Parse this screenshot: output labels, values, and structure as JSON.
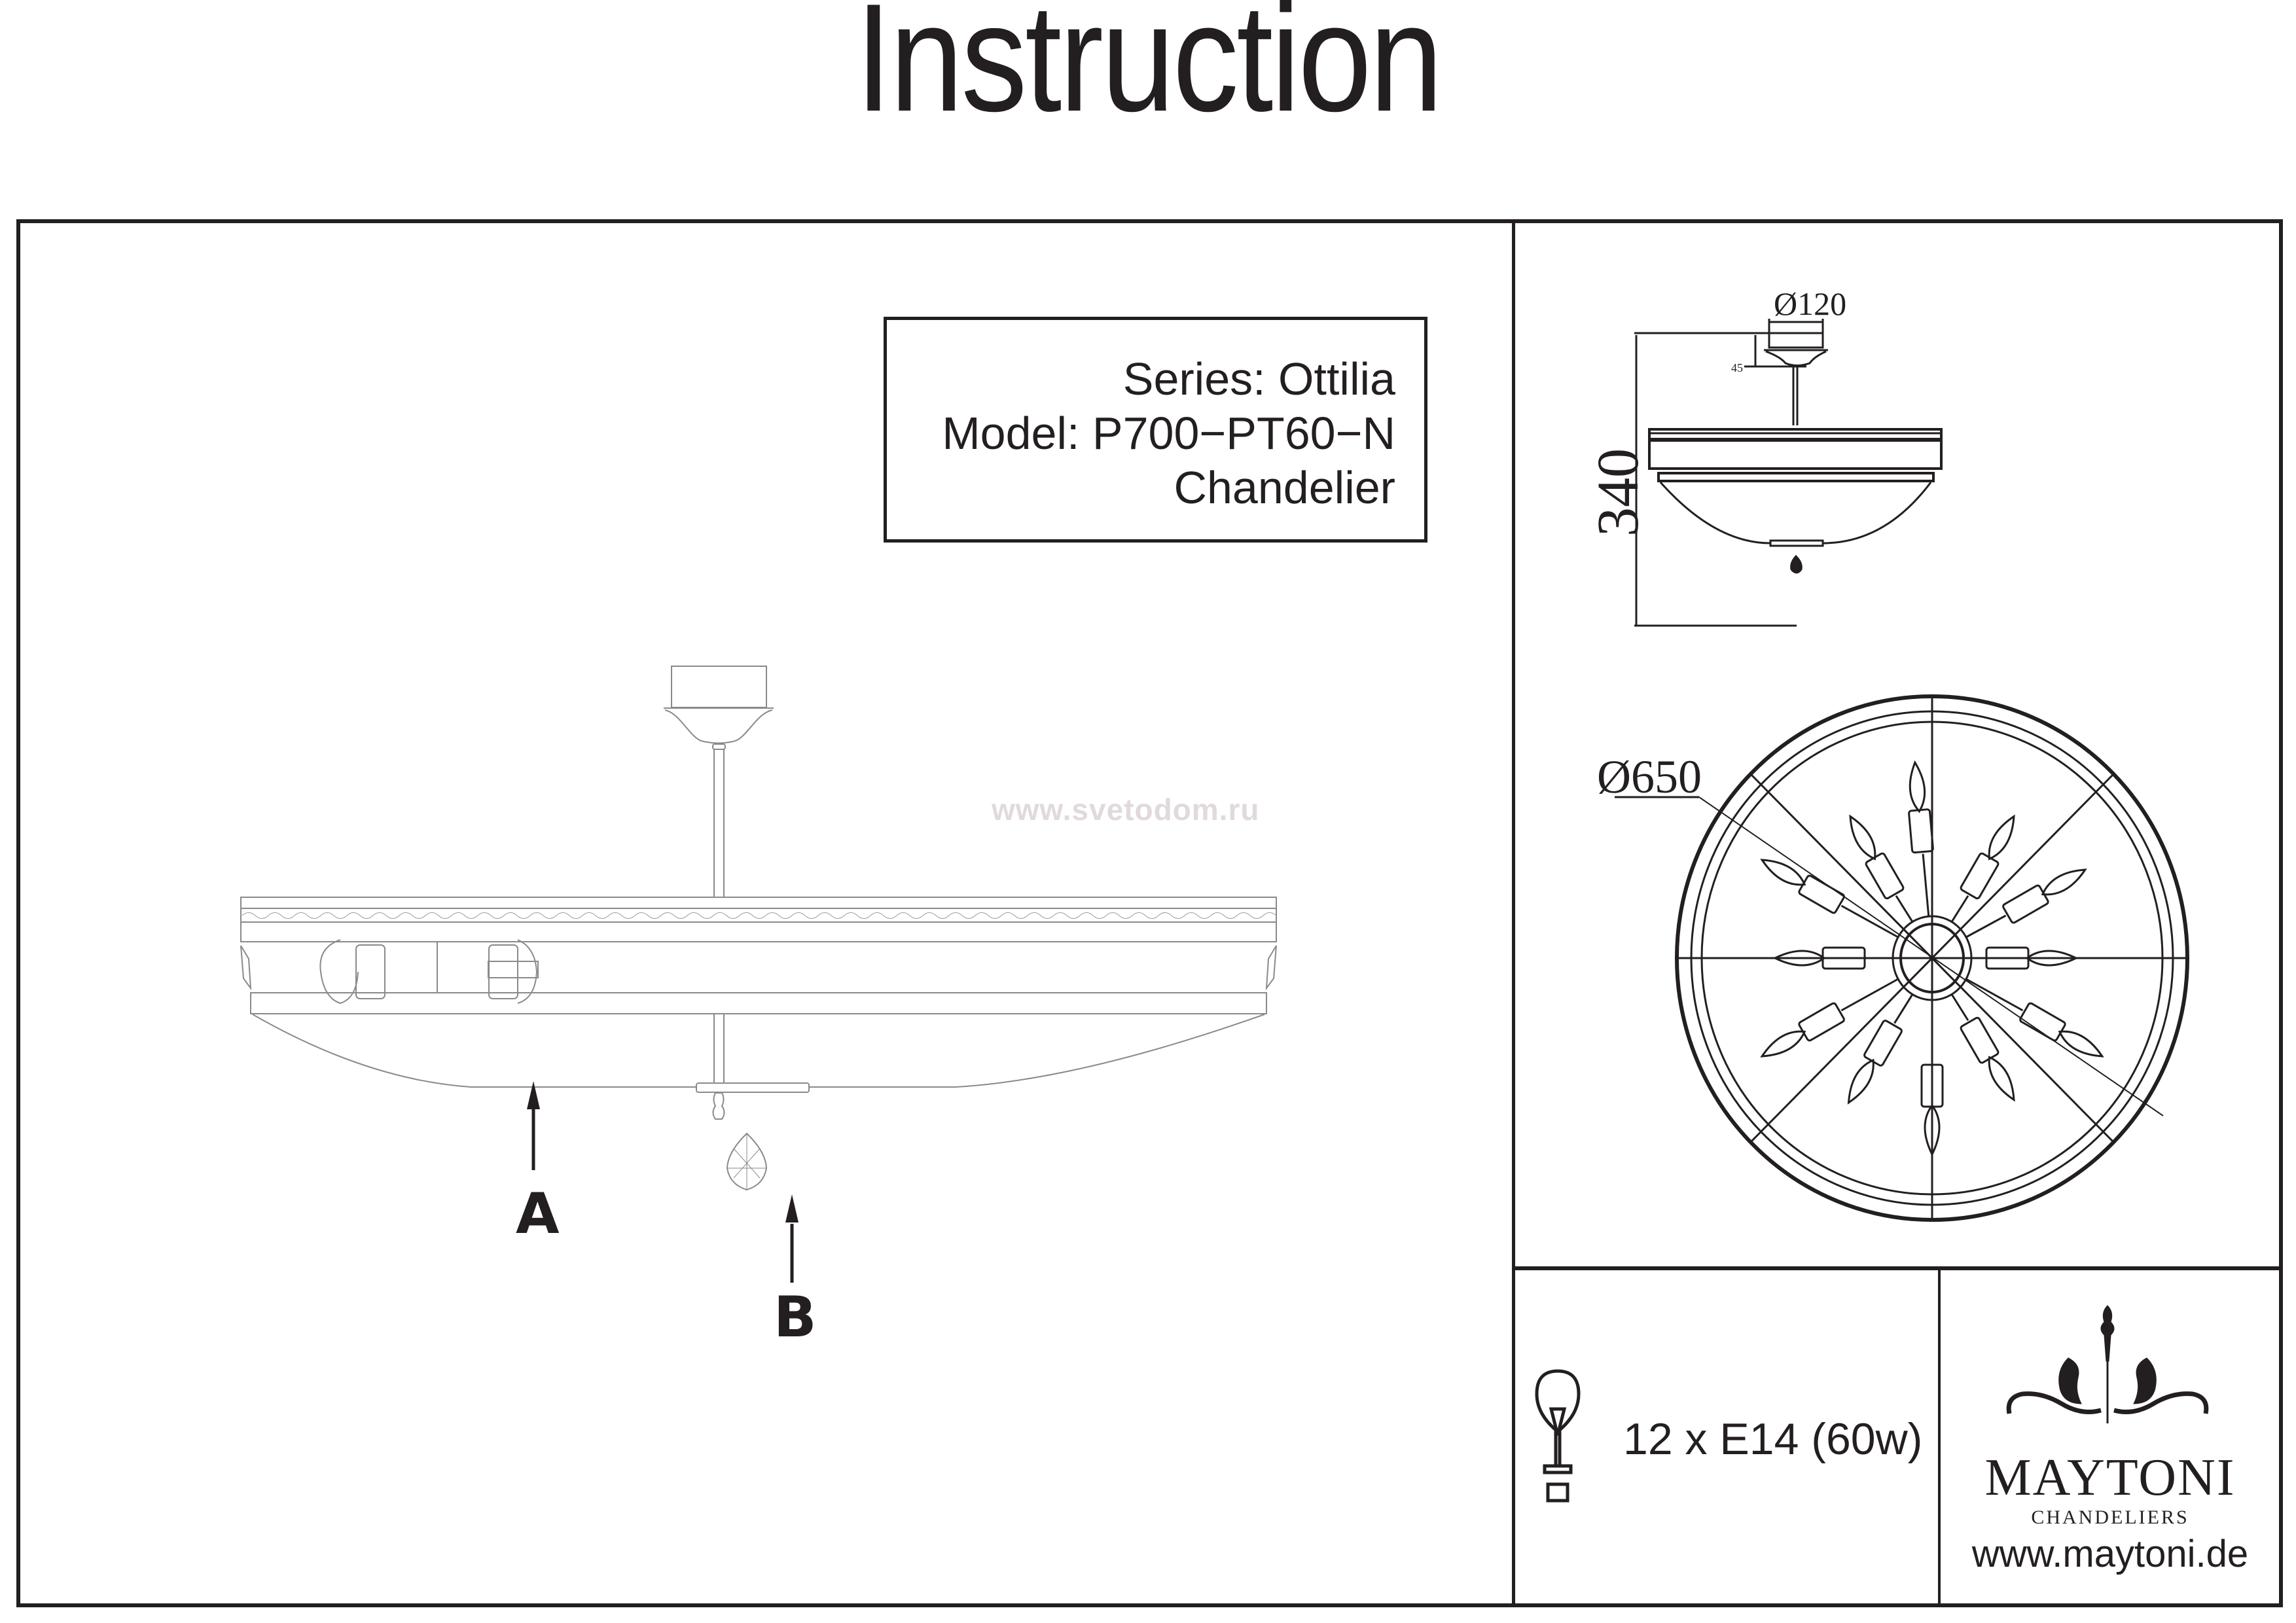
{
  "title": "Instruction",
  "product": {
    "series_label": "Series: Ottilia",
    "model_label": "Model: P700−PT60−N",
    "type_label": "Chandelier"
  },
  "watermark": "www.svetodom.ru",
  "parts": {
    "a_label": "A",
    "b_label": "B"
  },
  "dimensions": {
    "canopy_diameter": "Ø120",
    "canopy_height": "45",
    "total_height": "340",
    "shade_diameter": "Ø650"
  },
  "bulb_spec": {
    "icon": "light-bulb-icon",
    "text": "12 x E14 (60w)"
  },
  "brand": {
    "logo_icon": "maytoni-chandelier-logo-icon",
    "name": "MAYTONI",
    "tagline": "CHANDELIERS",
    "website": "www.maytoni.de"
  }
}
